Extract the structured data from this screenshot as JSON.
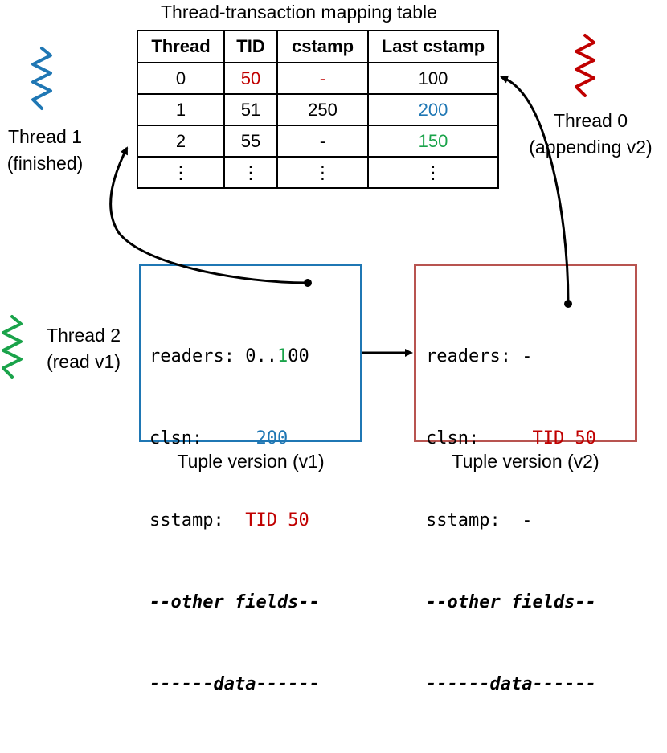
{
  "table_title": "Thread-transaction mapping table",
  "table": {
    "headers": [
      "Thread",
      "TID",
      "cstamp",
      "Last cstamp"
    ],
    "rows": [
      [
        "0",
        "50",
        "-",
        "100"
      ],
      [
        "1",
        "51",
        "250",
        "200"
      ],
      [
        "2",
        "55",
        "-",
        "150"
      ],
      [
        "⋮",
        "⋮",
        "⋮",
        "⋮"
      ]
    ],
    "highlight_colors": {
      "red": "#c00000",
      "blue": "#1f77b4",
      "green": "#1aa34a"
    }
  },
  "threads": {
    "thread1": {
      "name": "Thread 1",
      "status": "(finished)",
      "color": "#1f77b4"
    },
    "thread0": {
      "name": "Thread 0",
      "status": "(appending v2)",
      "color": "#c00000"
    },
    "thread2": {
      "name": "Thread 2",
      "status": "(read v1)",
      "color": "#1aa34a"
    }
  },
  "v1": {
    "border_color": "#1f77b4",
    "readers_label": "readers: ",
    "readers_pre": "0..",
    "readers_hl": "1",
    "readers_post": "00",
    "clsn_label": "clsn:     ",
    "clsn_value": "200",
    "sstamp_label": "sstamp:  ",
    "sstamp_value": "TID 50",
    "other": "--other fields--",
    "data": "------data------",
    "caption": "Tuple version (v1)"
  },
  "v2": {
    "border_color": "#b85450",
    "readers_label": "readers: ",
    "readers_value": "-",
    "clsn_label": "clsn:     ",
    "clsn_value": "TID 50",
    "sstamp_label": "sstamp:  ",
    "sstamp_value": "-",
    "other": "--other fields--",
    "data": "------data------",
    "caption": "Tuple version (v2)"
  }
}
